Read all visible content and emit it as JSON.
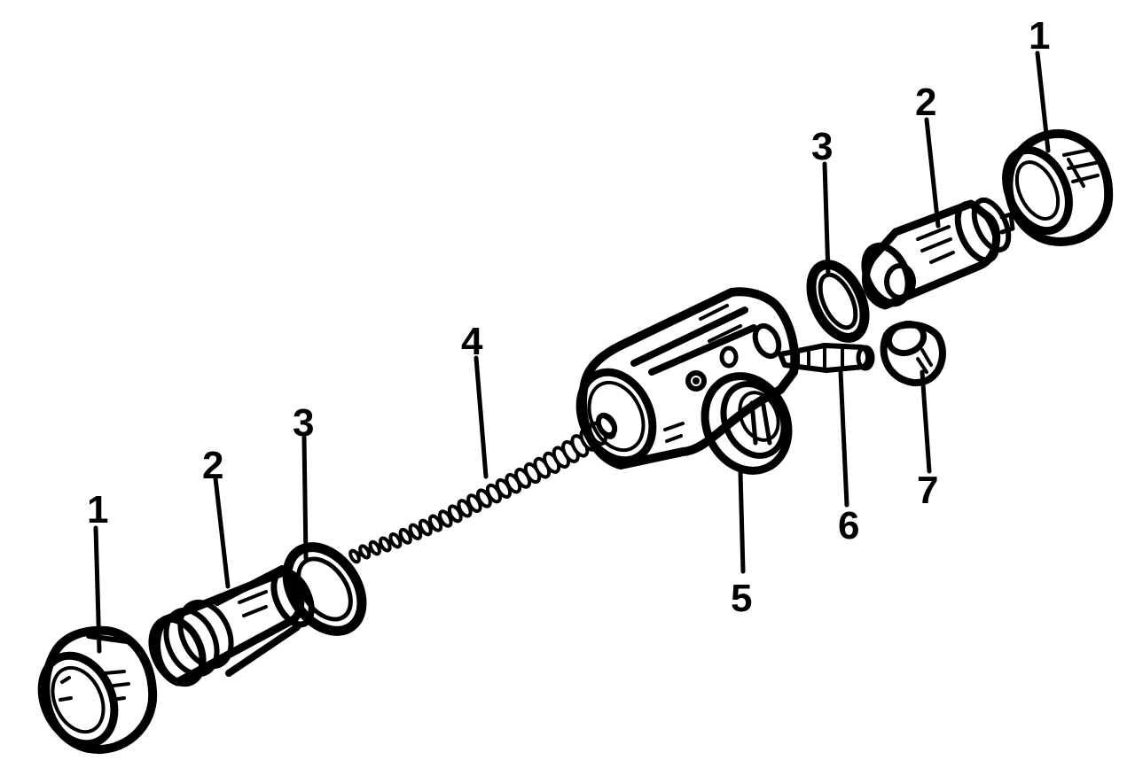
{
  "diagram": {
    "callouts": {
      "left_boot": "1",
      "left_piston": "2",
      "left_cup": "3",
      "spring": "4",
      "housing": "5",
      "bleeder": "6",
      "bleeder_cap": "7",
      "right_cup": "3",
      "right_piston": "2",
      "right_boot": "1"
    },
    "colors": {
      "ink": "#000000",
      "paper": "#ffffff"
    }
  }
}
